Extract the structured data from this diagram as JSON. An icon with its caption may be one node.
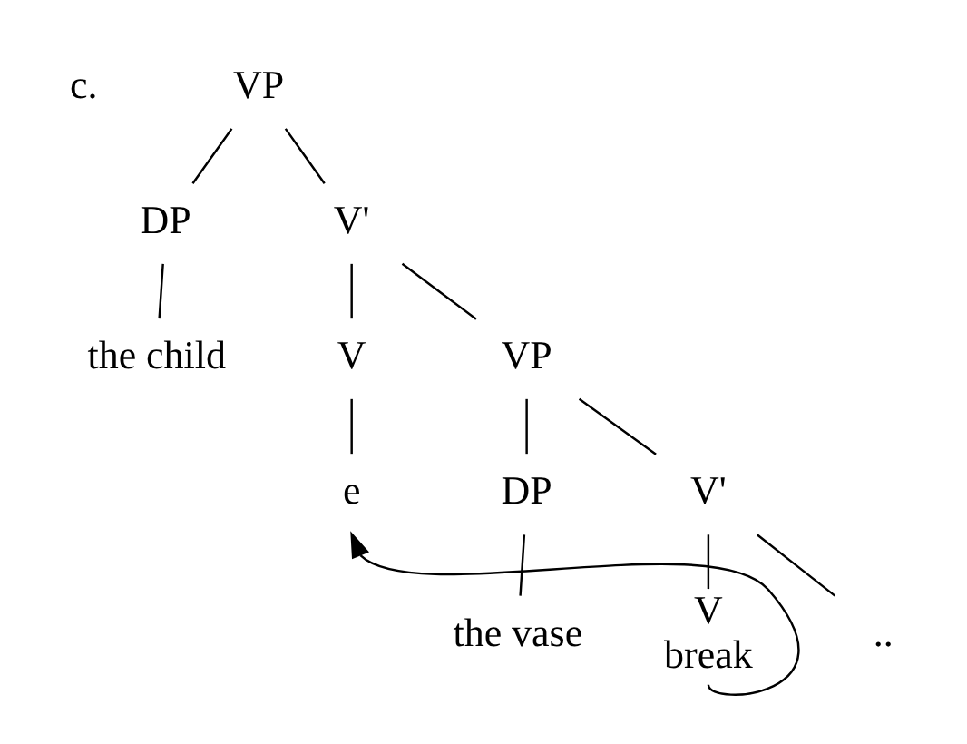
{
  "diagram": {
    "nodes": [
      {
        "text": [
          "VP"
        ]
      },
      {
        "text": [
          "DP"
        ]
      },
      {
        "text": [
          "V'"
        ]
      },
      {
        "text": [
          "the child"
        ]
      },
      {
        "text": [
          "V"
        ]
      },
      {
        "text": [
          "VP"
        ]
      },
      {
        "text": [
          "e"
        ]
      },
      {
        "text": [
          "DP"
        ]
      },
      {
        "text": [
          "V'"
        ]
      },
      {
        "text": [
          "the vase"
        ]
      },
      {
        "text": [
          "V",
          "break"
        ]
      },
      {
        "text": [
          ".."
        ]
      }
    ],
    "edges": [
      {
        "from": 0,
        "to": 1,
        "arrow": "none"
      },
      {
        "from": 0,
        "to": 2,
        "arrow": "none"
      },
      {
        "from": 1,
        "to": 3,
        "arrow": "none"
      },
      {
        "from": 2,
        "to": 4,
        "arrow": "none"
      },
      {
        "from": 2,
        "to": 5,
        "arrow": "none"
      },
      {
        "from": 4,
        "to": 6,
        "arrow": "none"
      },
      {
        "from": 5,
        "to": 7,
        "arrow": "none"
      },
      {
        "from": 5,
        "to": 8,
        "arrow": "none"
      },
      {
        "from": 7,
        "to": 9,
        "arrow": "none"
      },
      {
        "from": 8,
        "to": 10,
        "arrow": "none"
      },
      {
        "from": 8,
        "to": 11,
        "arrow": "none"
      },
      {
        "from": 10,
        "to": 6,
        "arrow": "to"
      }
    ],
    "labels": [
      "c."
    ]
  }
}
